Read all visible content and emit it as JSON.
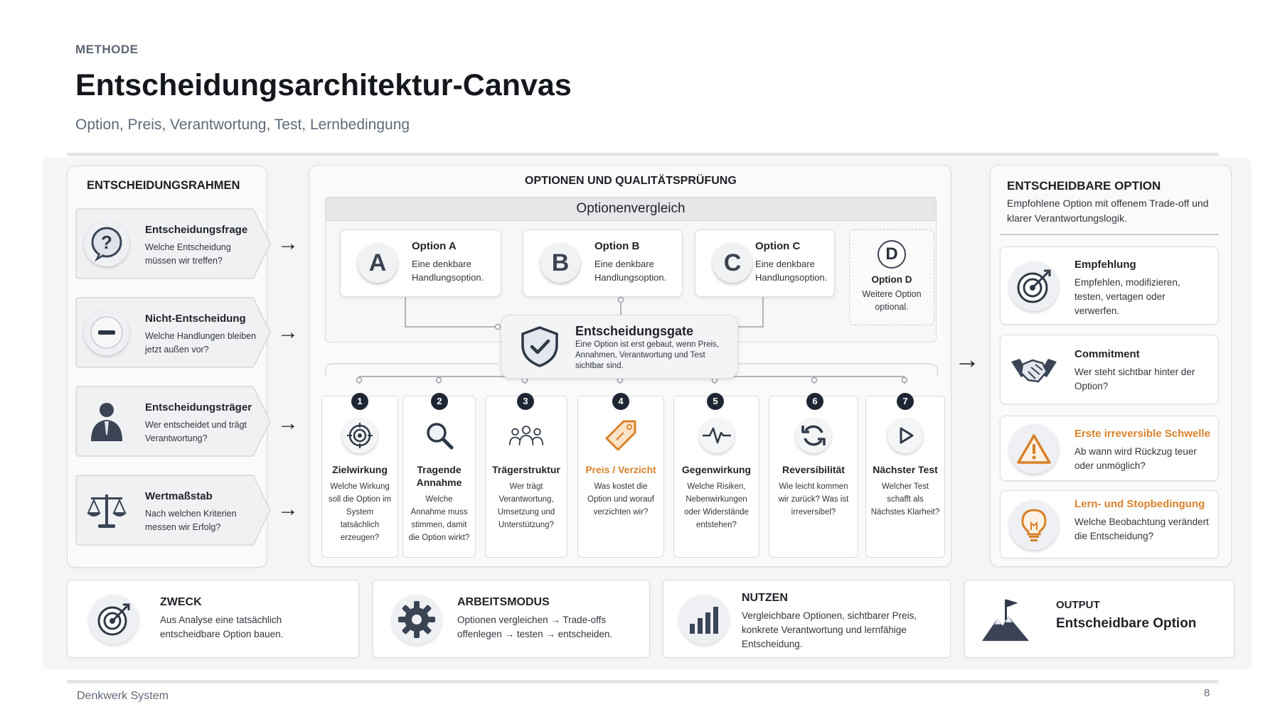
{
  "header": {
    "eyebrow": "METHODE",
    "title": "Entscheidungsarchitektur-Canvas",
    "subtitle": "Option, Preis, Verantwortung, Test, Lernbedingung"
  },
  "frame": {
    "heading": "ENTSCHEIDUNGSRAHMEN",
    "items": [
      {
        "title": "Entscheidungsfrage",
        "desc": "Welche Entscheidung müssen wir treffen?",
        "icon": "question-icon"
      },
      {
        "title": "Nicht-Entscheidung",
        "desc": "Welche Handlungen bleiben jetzt außen vor?",
        "icon": "minus-icon"
      },
      {
        "title": "Entscheidungsträger",
        "desc": "Wer entscheidet und trägt Verantwortung?",
        "icon": "person-icon"
      },
      {
        "title": "Wertmaßstab",
        "desc": "Nach welchen Kriterien messen wir Erfolg?",
        "icon": "scale-icon"
      }
    ]
  },
  "options": {
    "heading": "OPTIONEN UND QUALITÄTSPRÜFUNG",
    "compare_label": "Optionenvergleich",
    "items": [
      {
        "letter": "A",
        "title": "Option A",
        "desc": "Eine denkbare Handlungsoption."
      },
      {
        "letter": "B",
        "title": "Option B",
        "desc": "Eine denkbare Handlungsoption."
      },
      {
        "letter": "C",
        "title": "Option C",
        "desc": "Eine denkbare Handlungsoption."
      },
      {
        "letter": "D",
        "title": "Option D",
        "desc": "Weitere Option optional."
      }
    ],
    "gate": {
      "title": "Entscheidungsgate",
      "desc": "Eine Option ist erst gebaut, wenn Preis, Annahmen, Verantwortung und Test sichtbar sind."
    },
    "criteria": [
      {
        "num": "1",
        "title": "Zielwirkung",
        "desc": "Welche Wirkung soll die Option im System tatsächlich erzeugen?",
        "icon": "target-icon"
      },
      {
        "num": "2",
        "title": "Tragende Annahme",
        "desc": "Welche Annahme muss stimmen, damit die Option wirkt?",
        "icon": "magnifier-icon"
      },
      {
        "num": "3",
        "title": "Trägerstruktur",
        "desc": "Wer trägt Verantwortung, Umsetzung und Unterstützung?",
        "icon": "group-icon"
      },
      {
        "num": "4",
        "title": "Preis / Verzicht",
        "desc": "Was kostet die Option und worauf verzichten wir?",
        "icon": "price-tag-icon",
        "highlight": true
      },
      {
        "num": "5",
        "title": "Gegenwirkung",
        "desc": "Welche Risiken, Nebenwirkungen oder Widerstände entstehen?",
        "icon": "pulse-icon"
      },
      {
        "num": "6",
        "title": "Reversibilität",
        "desc": "Wie leicht kommen wir zurück? Was ist irreversibel?",
        "icon": "refresh-icon"
      },
      {
        "num": "7",
        "title": "Nächster Test",
        "desc": "Welcher Test schafft als Nächstes Klarheit?",
        "icon": "play-icon"
      }
    ]
  },
  "result": {
    "heading": "ENTSCHEIDBARE OPTION",
    "intro": "Empfohlene Option mit offenem Trade-off und klarer Verantwortungslogik.",
    "items": [
      {
        "title": "Empfehlung",
        "desc": "Empfehlen, modifizieren, testen, vertagen oder verwerfen.",
        "icon": "dart-target-icon"
      },
      {
        "title": "Commitment",
        "desc": "Wer steht sichtbar hinter der Option?",
        "icon": "handshake-icon"
      },
      {
        "title": "Erste irreversible Schwelle",
        "desc": "Ab wann wird Rückzug teuer oder unmöglich?",
        "icon": "warning-icon",
        "highlight": true
      },
      {
        "title": "Lern- und Stopbedingung",
        "desc": "Welche Beobachtung verändert die Entscheidung?",
        "icon": "lightbulb-icon",
        "highlight": true
      }
    ]
  },
  "bottom": [
    {
      "title": "ZWECK",
      "desc": "Aus Analyse eine tatsächlich entscheidbare Option bauen.",
      "icon": "target-icon"
    },
    {
      "title": "ARBEITSMODUS",
      "desc": "Optionen vergleichen → Trade-offs offenlegen → testen → entscheiden.",
      "icon": "gear-icon"
    },
    {
      "title": "NUTZEN",
      "desc": "Vergleichbare Optionen, sichtbarer Preis, konkrete Verantwortung und lernfähige Entscheidung.",
      "icon": "bar-chart-icon"
    },
    {
      "title": "OUTPUT",
      "desc": "Entscheidbare Option",
      "icon": "mountain-flag-icon"
    }
  ],
  "footer": {
    "left": "Denkwerk System",
    "page": "8"
  },
  "colors": {
    "accent_orange": "#d9812a",
    "dark": "#1f2633",
    "panel_bg": "#fafafa"
  }
}
